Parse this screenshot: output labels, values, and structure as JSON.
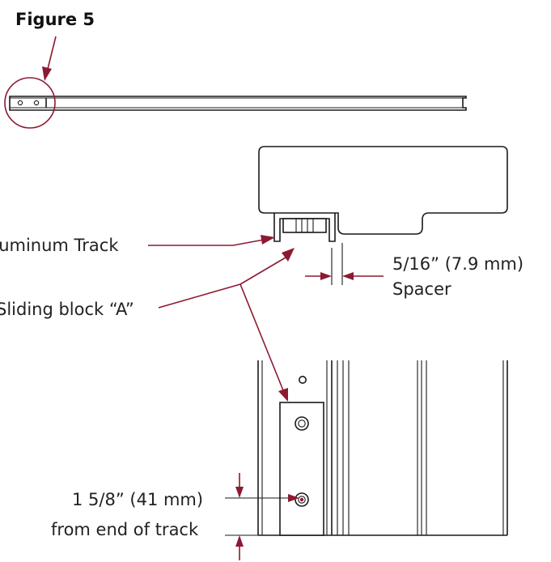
{
  "figure_title": "Figure 5",
  "labels": {
    "aluminum_track": "Aluminum Track",
    "sliding_block": "Sliding block “A”",
    "spacer_dimension": "5/16” (7.9 mm)",
    "spacer": "Spacer",
    "offset_dimension": "1  5/8” (41 mm)",
    "offset_reference": "from end of track"
  },
  "colors": {
    "leader": "#8b1a32",
    "ink": "#1a1a1a"
  }
}
